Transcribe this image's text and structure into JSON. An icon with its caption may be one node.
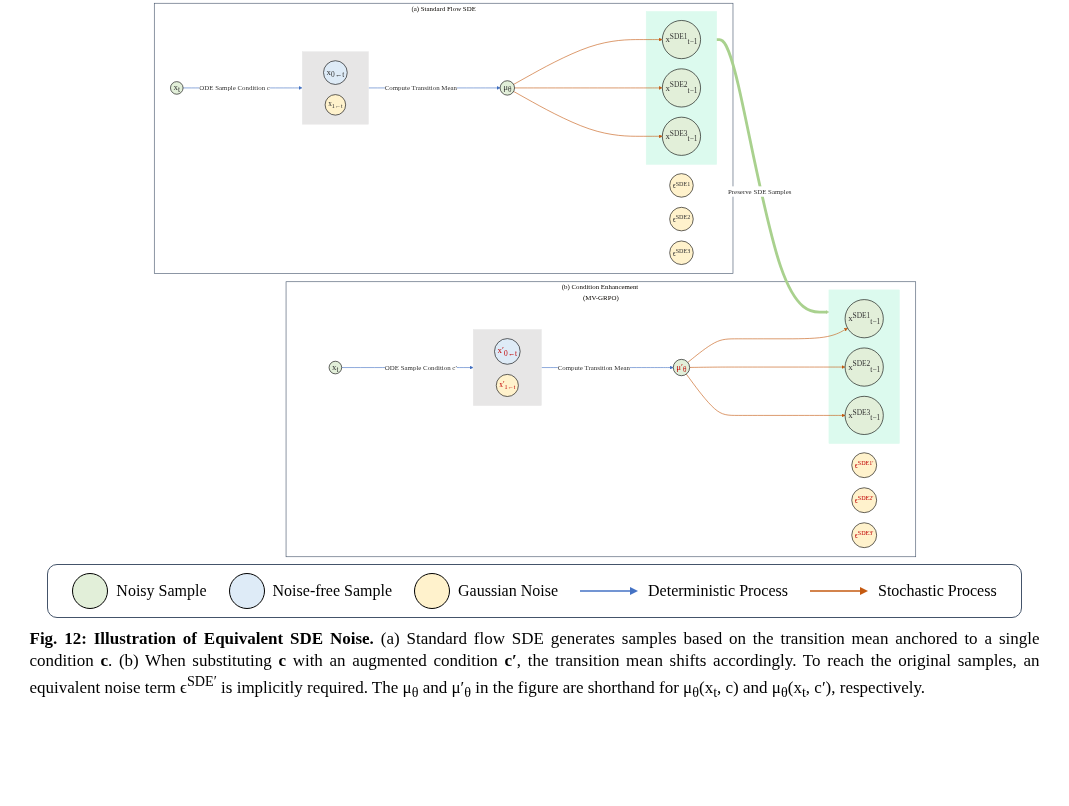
{
  "diagram": {
    "caption": "**Fig. 12: Illustration of Equivalent SDE Noise.** (a) Standard flow SDE generates samples based on the transition mean anchored to a single condition **c**. (b) When substituting **c** with an augmented condition **c′**, the transition mean shifts accordingly. To reach the original samples, an equivalent noise term ϵ$^{SDE′}$ is implicitly required. The μ$_{θ}$ and μ′$_{θ}$ in the figure are shorthand for μ$_{θ}$(x$_{t}$, c) and μ$_{θ}$(x$_{t}$, c′), respectively.",
    "nodes": [
      {
        "text": [
          "(a) Standard Flow SDE"
        ]
      },
      {
        "text": [
          "x$_{t}$"
        ],
        "in": 0
      },
      {
        "text": [],
        "shape": "box",
        "in": 0
      },
      {
        "text": [
          "x$_{0←t}$"
        ],
        "in": 2
      },
      {
        "text": [
          "x$_{1←t}$"
        ],
        "in": 2
      },
      {
        "text": [
          "μ$_{θ}$"
        ],
        "in": 0
      },
      {
        "text": [
          "ϵ$^{SDE1}$"
        ],
        "in": 0
      },
      {
        "text": [
          "ϵ$^{SDE2}$"
        ],
        "in": 0
      },
      {
        "text": [
          "ϵ$^{SDE3}$"
        ],
        "in": 0
      },
      {
        "text": [],
        "shape": "box",
        "in": 0
      },
      {
        "text": [
          "x$^{SDE1}$$_{t−1}$"
        ],
        "in": 9
      },
      {
        "text": [
          "x$^{SDE2}$$_{t−1}$"
        ],
        "in": 9
      },
      {
        "text": [
          "x$^{SDE3}$$_{t−1}$"
        ],
        "in": 9
      },
      {
        "text": [
          "(b) Condition Enhancement (MV-GRPO)"
        ]
      },
      {
        "text": [
          "x$_{t}$"
        ],
        "in": 13
      },
      {
        "text": [],
        "shape": "box",
        "in": 13
      },
      {
        "text": [
          "x′$_{0←t}$"
        ],
        "in": 15
      },
      {
        "text": [
          "x′$_{1←t}$"
        ],
        "in": 15
      },
      {
        "text": [
          "μ′$_{θ}$"
        ],
        "in": 13
      },
      {
        "text": [
          "ϵ$^{SDE1′}$"
        ],
        "in": 13
      },
      {
        "text": [
          "ϵ$^{SDE2′}$"
        ],
        "in": 13
      },
      {
        "text": [
          "ϵ$^{SDE3′}$"
        ],
        "in": 13
      },
      {
        "text": [],
        "shape": "box",
        "in": 13
      },
      {
        "text": [
          "x$^{SDE1}$$_{t−1}$"
        ],
        "in": 22
      },
      {
        "text": [
          "x$^{SDE2}$$_{t−1}$"
        ],
        "in": 22
      },
      {
        "text": [
          "x$^{SDE3}$$_{t−1}$"
        ],
        "in": 22
      }
    ],
    "edges": [
      {
        "from": 1,
        "to": 2,
        "arrow": "to",
        "label": "ODE Sample Condition c",
        "color": "#4472c4"
      },
      {
        "from": 2,
        "to": 5,
        "arrow": "to",
        "label": "Compute Transition Mean",
        "color": "#4472c4"
      },
      {
        "from": 5,
        "to": 10,
        "arrow": "to"
      },
      {
        "from": 5,
        "to": 11,
        "arrow": "to"
      },
      {
        "from": 5,
        "to": 12,
        "arrow": "to"
      },
      {
        "from": 9,
        "to": 22,
        "arrow": "to",
        "label": "Preserve SDE Samples",
        "style": "thick",
        "color": "#a9d18e"
      },
      {
        "from": 14,
        "to": 15,
        "arrow": "to",
        "label": "ODE Sample Condition c′",
        "color": "#4472c4"
      },
      {
        "from": 15,
        "to": 18,
        "arrow": "to",
        "label": "Compute Transition Mean",
        "color": "#4472c4"
      },
      {
        "from": 18,
        "to": 23,
        "arrow": "to"
      },
      {
        "from": 18,
        "to": 24,
        "arrow": "to"
      },
      {
        "from": 18,
        "to": 25,
        "arrow": "to"
      }
    ],
    "legend": [
      {
        "text": "Noisy Sample",
        "color": "#e2efd9"
      },
      {
        "text": "Noise-free Sample",
        "color": "#deebf7"
      },
      {
        "text": "Gaussian Noise",
        "color": "#fff2cc"
      },
      {
        "text": "Deterministic Process"
      },
      {
        "text": "Stochastic Process"
      }
    ]
  }
}
